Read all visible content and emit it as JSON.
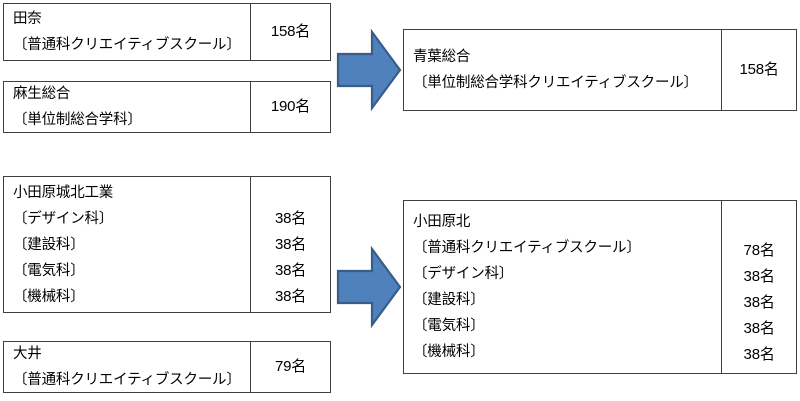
{
  "diagram": {
    "type": "school-reorganization-flow",
    "accent_fill": "#4F81BD",
    "accent_stroke": "#385D8A",
    "border_color": "#3F3F3F"
  },
  "sources": [
    {
      "id": "tana",
      "rows": [
        {
          "label": "田奈",
          "count": ""
        },
        {
          "label": "〔普通科クリエイティブスクール〕",
          "count": ""
        }
      ],
      "count": "158名"
    },
    {
      "id": "asao-sogo",
      "rows": [
        {
          "label": "麻生総合",
          "count": ""
        },
        {
          "label": "〔単位制総合学科〕",
          "count": ""
        }
      ],
      "count": "190名"
    },
    {
      "id": "odawara-johoku-kogyo",
      "rows": [
        {
          "label": "小田原城北工業",
          "count": ""
        },
        {
          "label": "〔デザイン科〕",
          "count": "38名"
        },
        {
          "label": "〔建設科〕",
          "count": "38名"
        },
        {
          "label": "〔電気科〕",
          "count": "38名"
        },
        {
          "label": "〔機械科〕",
          "count": "38名"
        }
      ],
      "count": ""
    },
    {
      "id": "oi",
      "rows": [
        {
          "label": "大井",
          "count": ""
        },
        {
          "label": "〔普通科クリエイティブスクール〕",
          "count": ""
        }
      ],
      "count": "79名"
    }
  ],
  "arrows": [
    {
      "id": "arrow-top",
      "direction": "right"
    },
    {
      "id": "arrow-bottom",
      "direction": "right"
    }
  ],
  "results": [
    {
      "id": "aoba-sogo",
      "rows": [
        {
          "label": "青葉総合",
          "count": ""
        },
        {
          "label": "〔単位制総合学科クリエイティブスクール〕",
          "count": ""
        }
      ],
      "count": "158名"
    },
    {
      "id": "odawara-kita",
      "rows": [
        {
          "label": "小田原北",
          "count": ""
        },
        {
          "label": "〔普通科クリエイティブスクール〕",
          "count": "78名"
        },
        {
          "label": "〔デザイン科〕",
          "count": "38名"
        },
        {
          "label": "〔建設科〕",
          "count": "38名"
        },
        {
          "label": "〔電気科〕",
          "count": "38名"
        },
        {
          "label": "〔機械科〕",
          "count": "38名"
        }
      ],
      "count": ""
    }
  ]
}
